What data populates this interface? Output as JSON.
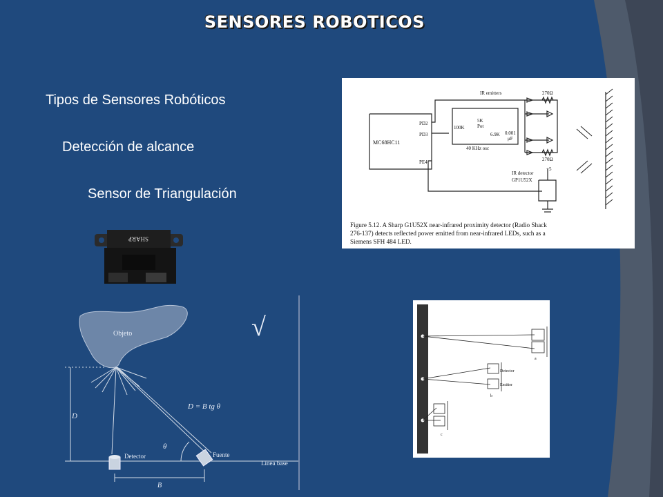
{
  "slide": {
    "title": "SENSORES ROBOTICOS",
    "bullets": [
      "Tipos de Sensores Robóticos",
      "Detección de alcance",
      "Sensor de Triangulación"
    ]
  },
  "circuit_figure": {
    "labels": {
      "ir_emitters": "IR emitters",
      "mcu": "MC68HC11",
      "pd2": "PD2",
      "pd3": "PD3",
      "pe4": "PE4",
      "r100k": "100K",
      "pot": "5K",
      "pot2": "Pot",
      "r69k": "6.9K",
      "cap": "0.001",
      "cap2": "μF",
      "osc": "40 KHz osc",
      "r270a": "270Ω",
      "r270b": "270Ω",
      "ir_detector": "IR detector",
      "plus5": "+5",
      "gp": "GP1U52X"
    },
    "caption_lines": [
      "Figure 5.12.  A Sharp G1U52X near-infrared proximity detector (Radio Shack",
      "276-137) detects reflected power emitted from near-infrared LEDs, such as a",
      "Siemens SFH 484 LED."
    ]
  },
  "sensor_photo": {
    "label": "SHARP"
  },
  "triangulation": {
    "objeto": "Objeto",
    "formula": "D = B tg θ",
    "d_label": "D",
    "theta": "θ",
    "detector": "Detector",
    "fuente": "Fuente",
    "linea_base": "Línea base",
    "b_label": "B",
    "check": "√"
  },
  "distance_figure": {
    "detector": "Detector",
    "emitter": "Emitter",
    "a": "a",
    "b": "b",
    "c": "c"
  },
  "colors": {
    "background": "#1f497d",
    "accent": "#4a5566",
    "title_text": "#ffffff",
    "body_text": "#ffffff"
  }
}
